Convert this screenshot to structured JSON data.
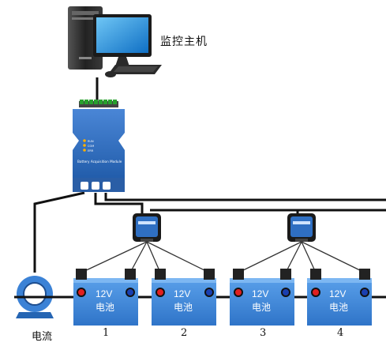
{
  "host": {
    "label": "监控主机"
  },
  "module": {
    "label": "Battery Acquisition Module",
    "leds": [
      "RUN",
      "COM",
      "ERR"
    ]
  },
  "current_sensor": {
    "label": "电流"
  },
  "battery": {
    "voltage": "12V",
    "type": "电池"
  },
  "battery_numbers": [
    "1",
    "2",
    "3",
    "4"
  ],
  "colors": {
    "battery": "#3d86d8",
    "module": "#2f6fc2",
    "wire": "#111111",
    "terminal_red": "#e02020",
    "terminal_blue": "#1a3fb0"
  }
}
